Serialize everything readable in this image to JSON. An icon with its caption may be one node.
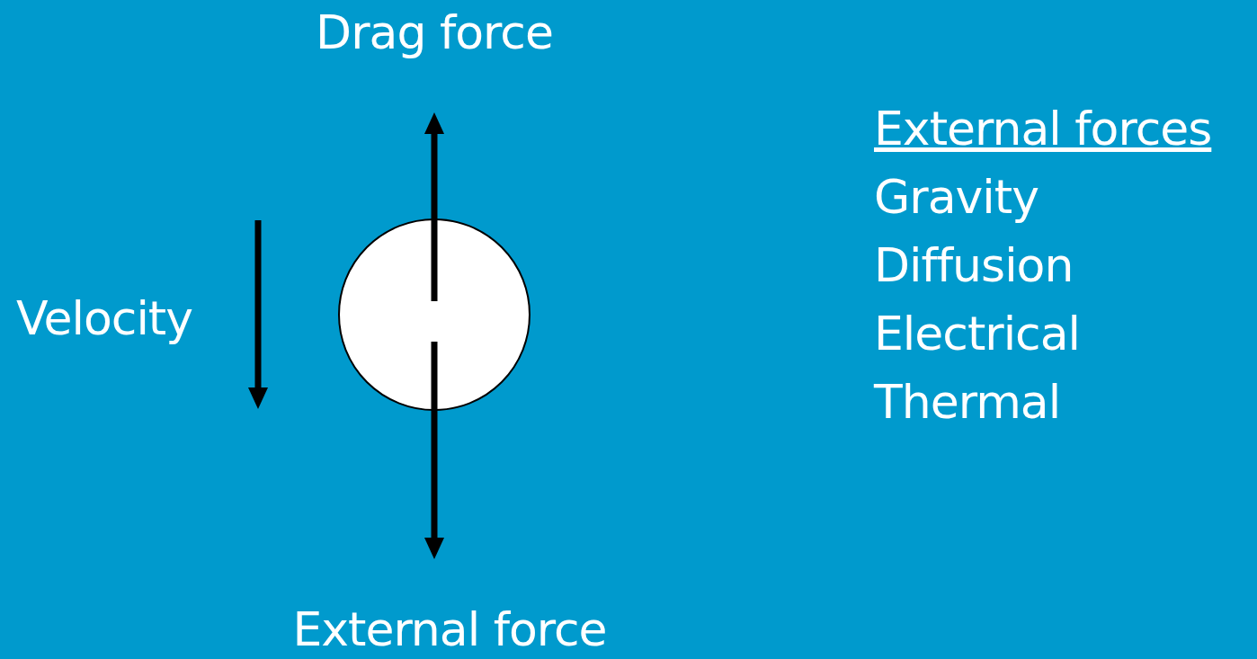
{
  "diagram": {
    "nodes": [
      {
        "text": [],
        "shape": "circle"
      }
    ],
    "labels": [
      "Drag force",
      "Velocity",
      "External force",
      "External forces",
      "Gravity",
      "Diffusion",
      "Electrical",
      "Thermal"
    ]
  }
}
